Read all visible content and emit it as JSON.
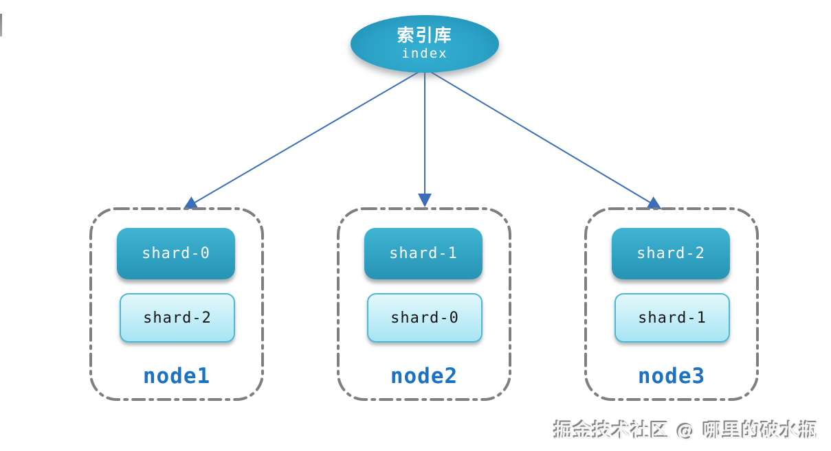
{
  "diagram": {
    "index_node": {
      "title": "索引库",
      "subtitle": "index"
    },
    "nodes": [
      {
        "label": "node1",
        "primary_shard": "shard-0",
        "replica_shard": "shard-2"
      },
      {
        "label": "node2",
        "primary_shard": "shard-1",
        "replica_shard": "shard-0"
      },
      {
        "label": "node3",
        "primary_shard": "shard-2",
        "replica_shard": "shard-1"
      }
    ],
    "watermark": "掘金技术社区 @ 哪里的破水瓶",
    "colors": {
      "ellipse_teal": "#2aa3c6",
      "primary_shard": "#2f9fc0",
      "replica_fill": "#c9eef8",
      "replica_border": "#4cb9d2",
      "node_label_blue": "#1b72c2",
      "arrow_blue": "#3b6db8",
      "dashed_border_gray": "#7f7f7f",
      "watermark_gray": "#8c8c8c"
    }
  }
}
